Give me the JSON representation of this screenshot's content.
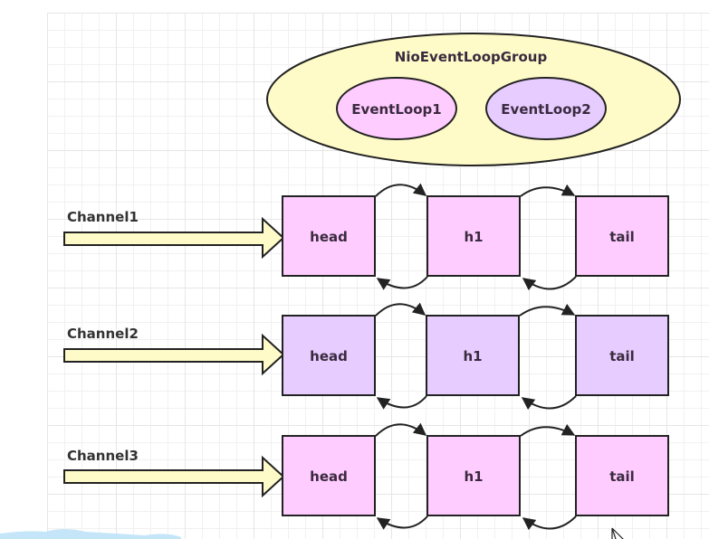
{
  "group": {
    "label": "NioEventLoopGroup",
    "fill": "#fffbc8",
    "event_loops": [
      {
        "label": "EventLoop1",
        "fill": "#ffccff"
      },
      {
        "label": "EventLoop2",
        "fill": "#e6ccff"
      }
    ]
  },
  "channels": [
    {
      "label": "Channel1",
      "node_fill": "#ffccff",
      "pipeline": [
        "head",
        "h1",
        "tail"
      ]
    },
    {
      "label": "Channel2",
      "node_fill": "#e6ccff",
      "pipeline": [
        "head",
        "h1",
        "tail"
      ]
    },
    {
      "label": "Channel3",
      "node_fill": "#ffccff",
      "pipeline": [
        "head",
        "h1",
        "tail"
      ]
    }
  ],
  "colors": {
    "arrow_fill": "#fffbc8",
    "stroke": "#222222",
    "text": "#3a2a3e"
  }
}
